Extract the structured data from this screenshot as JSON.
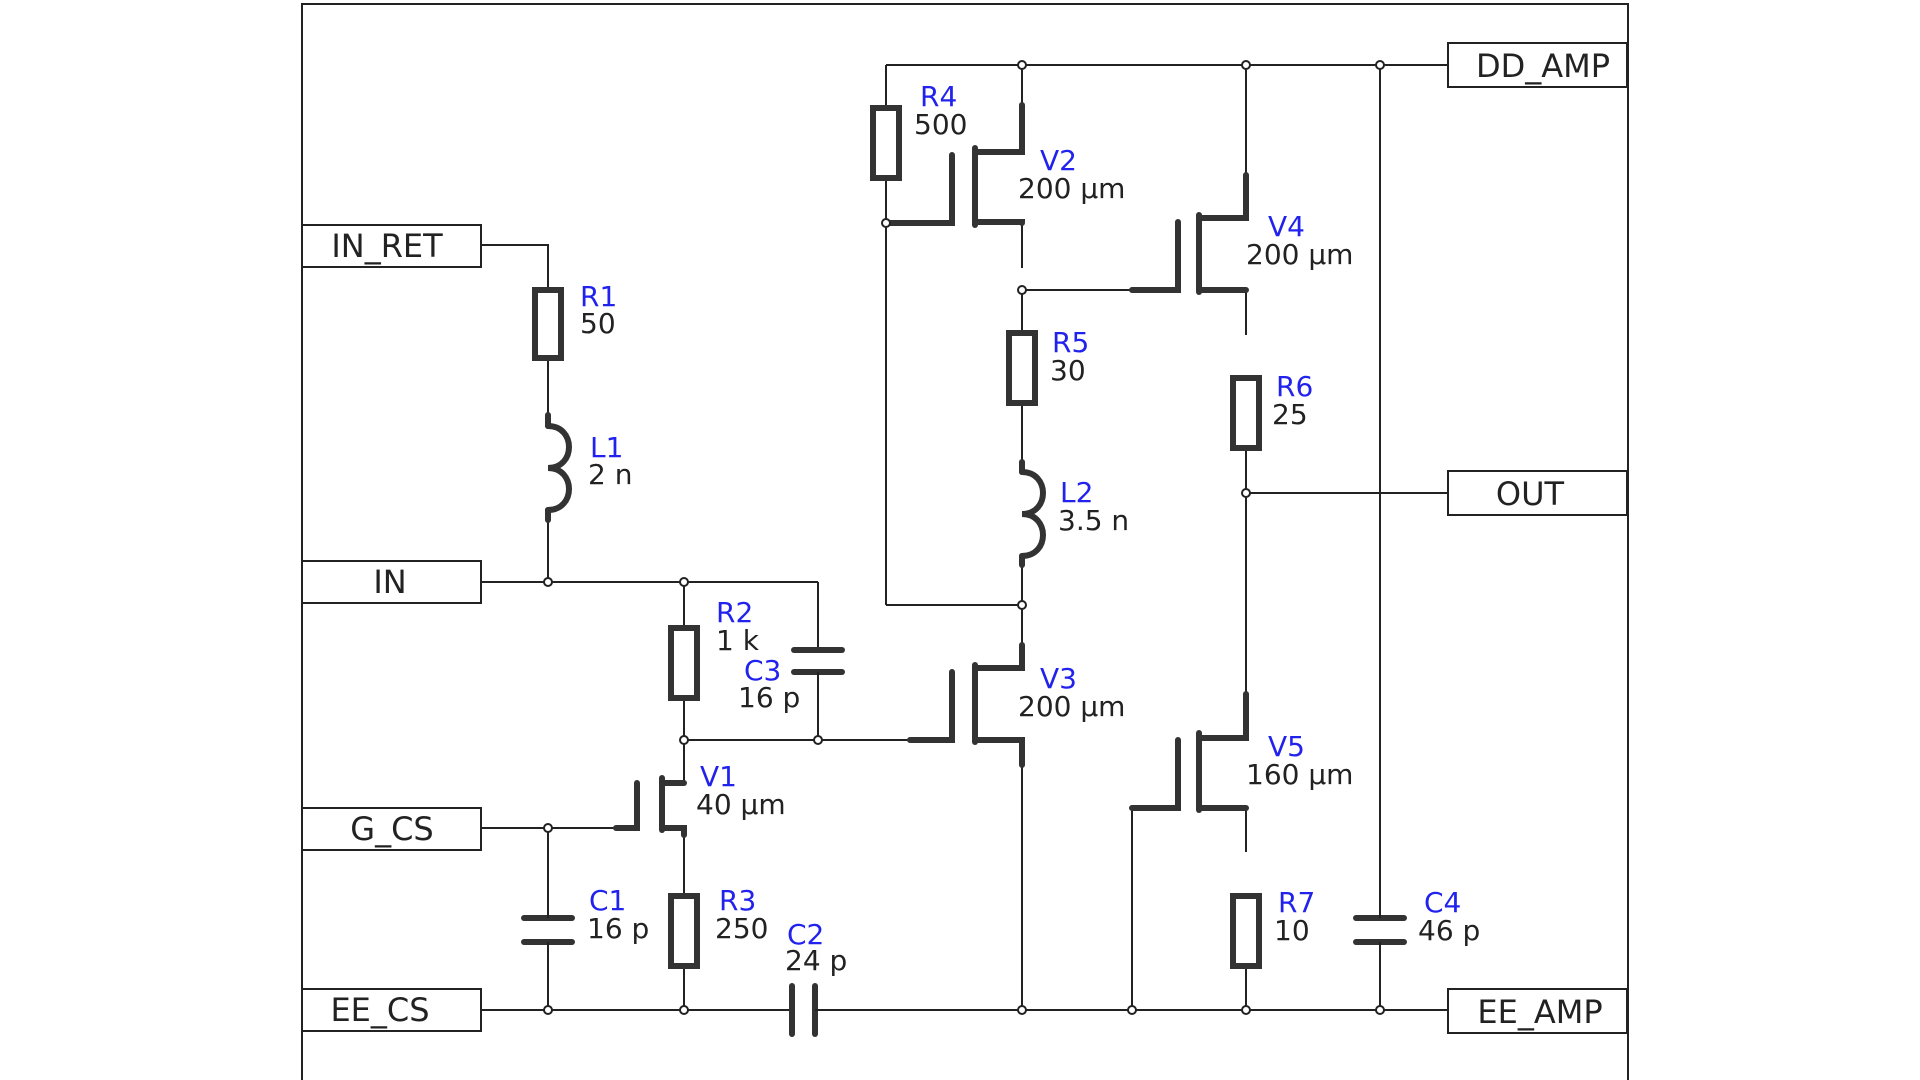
{
  "ports": {
    "in_ret": "IN_RET",
    "in": "IN",
    "g_cs": "G_CS",
    "ee_cs": "EE_CS",
    "dd_amp": "DD_AMP",
    "out": "OUT",
    "ee_amp": "EE_AMP"
  },
  "components": {
    "r1": {
      "ref": "R1",
      "value": "50"
    },
    "l1": {
      "ref": "L1",
      "value": "2 n"
    },
    "r2": {
      "ref": "R2",
      "value": "1 k"
    },
    "c3": {
      "ref": "C3",
      "value": "16 p"
    },
    "v1": {
      "ref": "V1",
      "value": "40 µm"
    },
    "c1": {
      "ref": "C1",
      "value": "16 p"
    },
    "r3": {
      "ref": "R3",
      "value": "250"
    },
    "c2": {
      "ref": "C2",
      "value": "24 p"
    },
    "r4": {
      "ref": "R4",
      "value": "500"
    },
    "v2": {
      "ref": "V2",
      "value": "200 µm"
    },
    "r5": {
      "ref": "R5",
      "value": "30"
    },
    "l2": {
      "ref": "L2",
      "value": "3.5 n"
    },
    "v3": {
      "ref": "V3",
      "value": "200 µm"
    },
    "v4": {
      "ref": "V4",
      "value": "200 µm"
    },
    "r6": {
      "ref": "R6",
      "value": "25"
    },
    "v5": {
      "ref": "V5",
      "value": "160 µm"
    },
    "r7": {
      "ref": "R7",
      "value": "10"
    },
    "c4": {
      "ref": "C4",
      "value": "46 p"
    }
  }
}
